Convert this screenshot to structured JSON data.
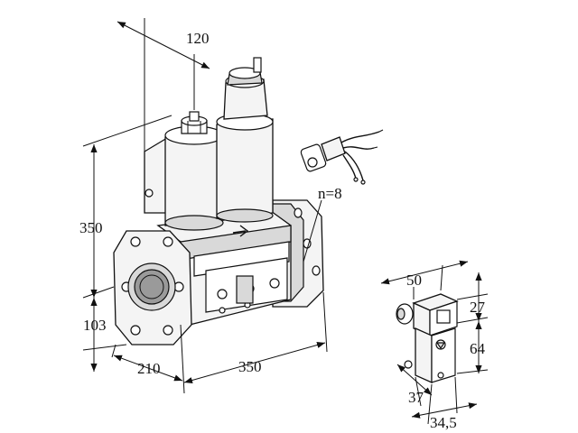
{
  "dimensions": {
    "top_width": "120",
    "height_total": "350",
    "height_lower": "103",
    "depth": "210",
    "length": "350",
    "connector_count": "n=8",
    "plug_width": "50",
    "plug_top": "27",
    "plug_height": "64",
    "plug_depth": "37",
    "plug_offset": "34,5"
  },
  "colors": {
    "line": "#111111",
    "body_fill": "#f4f4f4",
    "shade_fill": "#d9d9d9"
  }
}
